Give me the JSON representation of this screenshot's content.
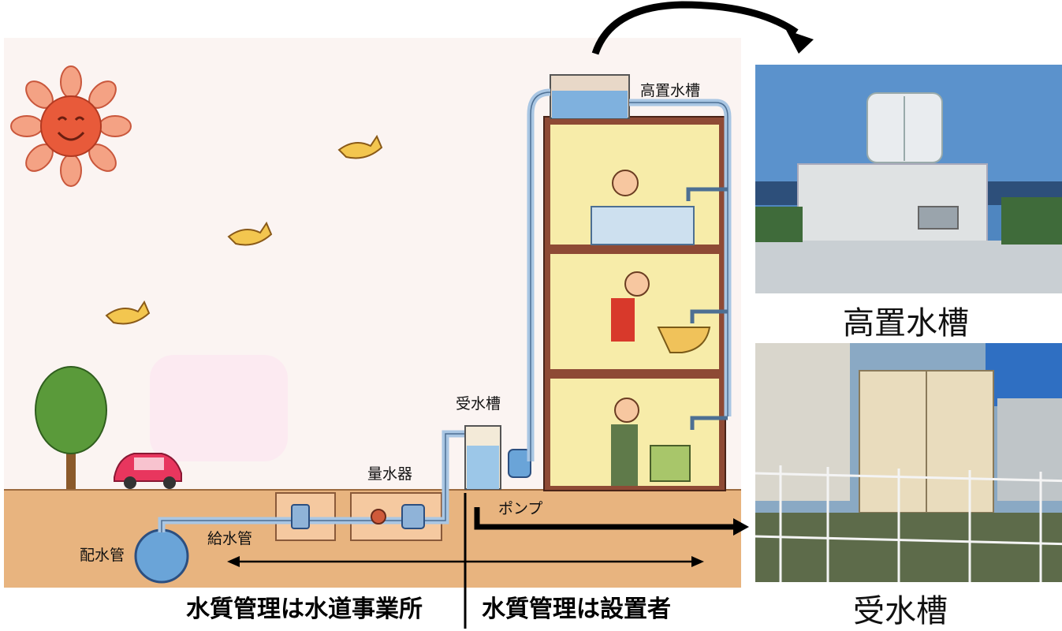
{
  "labels": {
    "elevated_tank": "高置水槽",
    "receiving_tank": "受水槽",
    "meter": "量水器",
    "pump": "ポンプ",
    "supply_pipe": "給水管",
    "distribution_pipe": "配水管"
  },
  "responsibility": {
    "left": "水質管理は水道事業所",
    "right": "水質管理は設置者"
  },
  "photos": {
    "top_caption": "高置水槽",
    "bottom_caption": "受水槽"
  },
  "colors": {
    "sky": "#fbf4f2",
    "ground": "#e8b47f",
    "building_wall": "#8e4a35",
    "room": "#f7eca9",
    "water": "#9cc7e8",
    "pipe": "#a9c6e3"
  }
}
